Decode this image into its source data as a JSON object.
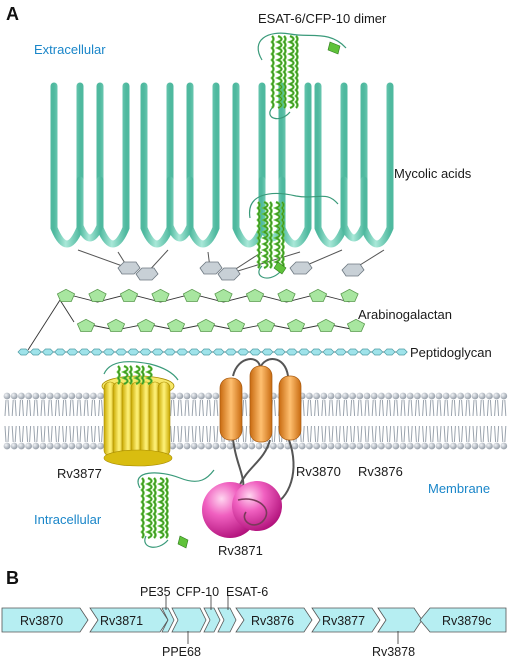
{
  "panel_a": {
    "label": "A",
    "extracellular": "Extracellular",
    "intracellular": "Intracellular",
    "membrane": "Membrane",
    "esat_dimer": "ESAT-6/CFP-10 dimer",
    "mycolic_acids": "Mycolic acids",
    "arabinogalactan": "Arabinogalactan",
    "peptidoglycan": "Peptidoglycan",
    "rv3877": "Rv3877",
    "rv3870": "Rv3870",
    "rv3876": "Rv3876",
    "rv3871": "Rv3871"
  },
  "panel_b": {
    "label": "B",
    "genes_forward": [
      "Rv3870",
      "Rv3871",
      "Rv3876",
      "Rv3877"
    ],
    "genes_reverse": [
      "Rv3879c"
    ],
    "small_genes": [
      "PE35",
      "PPE68",
      "CFP-10",
      "ESAT-6",
      "Rv3878"
    ]
  },
  "colors": {
    "label_blue": "#1a86c9",
    "mycolic": "#7fd3bf",
    "sugar": "#a8e6a0",
    "peptidoglycan": "#9fe3ea",
    "membrane_head": "#b9c0c9",
    "yellow_channel": "#f3dc3a",
    "orange_tm": "#f0a040",
    "pink_atpase": "#e64fb0",
    "gene_arrow": "#b6eef2",
    "protein_green": "#5fc23a"
  },
  "icons": [
    "ribbon-protein-icon",
    "lipid-bilayer-icon",
    "gene-arrow-icon"
  ]
}
